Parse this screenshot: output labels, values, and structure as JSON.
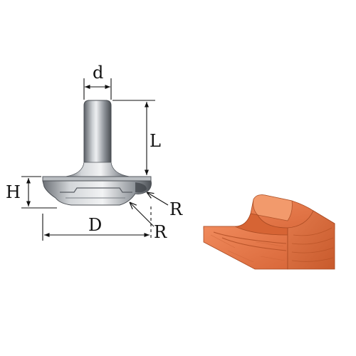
{
  "labels": {
    "shank_diameter": "d",
    "shank_length": "L",
    "height": "H",
    "diameter": "D",
    "radius_upper": "R",
    "radius_lower": "R"
  },
  "colors": {
    "steel_dark": "#55595f",
    "steel_mid": "#9aa0a6",
    "steel_light": "#e4e7ea",
    "wood_face": "#e2764a",
    "wood_side": "#c9582a",
    "wood_grain": "#d86a3a",
    "line": "#111111"
  },
  "illustrations": {
    "router_bit": "router-bit-drawing",
    "profile": "wood-profile-drawing"
  }
}
